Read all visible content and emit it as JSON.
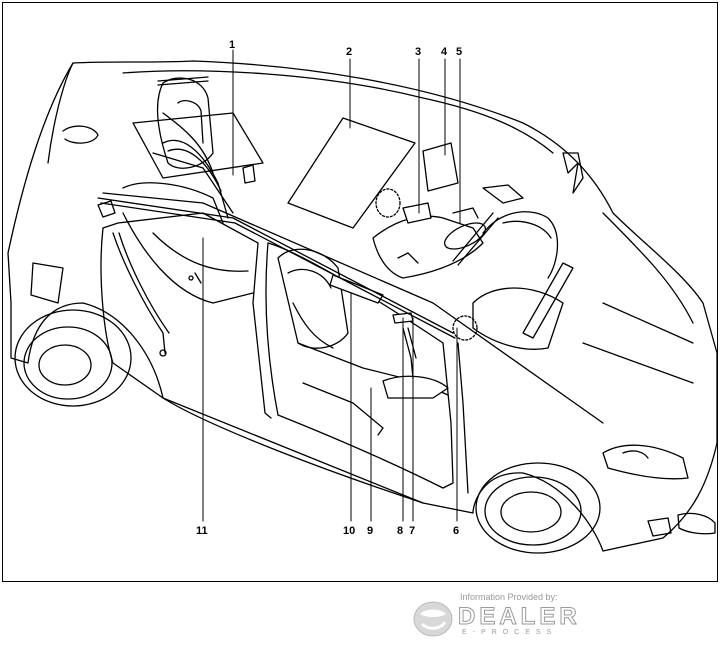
{
  "diagram": {
    "callouts": [
      "1",
      "2",
      "3",
      "4",
      "5",
      "6",
      "7",
      "8",
      "9",
      "10",
      "11"
    ]
  },
  "footer": {
    "caption": "Information Provided by:",
    "brand": "DEALER",
    "sub": "E-PROCESS"
  },
  "colors": {
    "line": "#000000",
    "background": "#ffffff",
    "watermark": "#9a9a9a"
  }
}
